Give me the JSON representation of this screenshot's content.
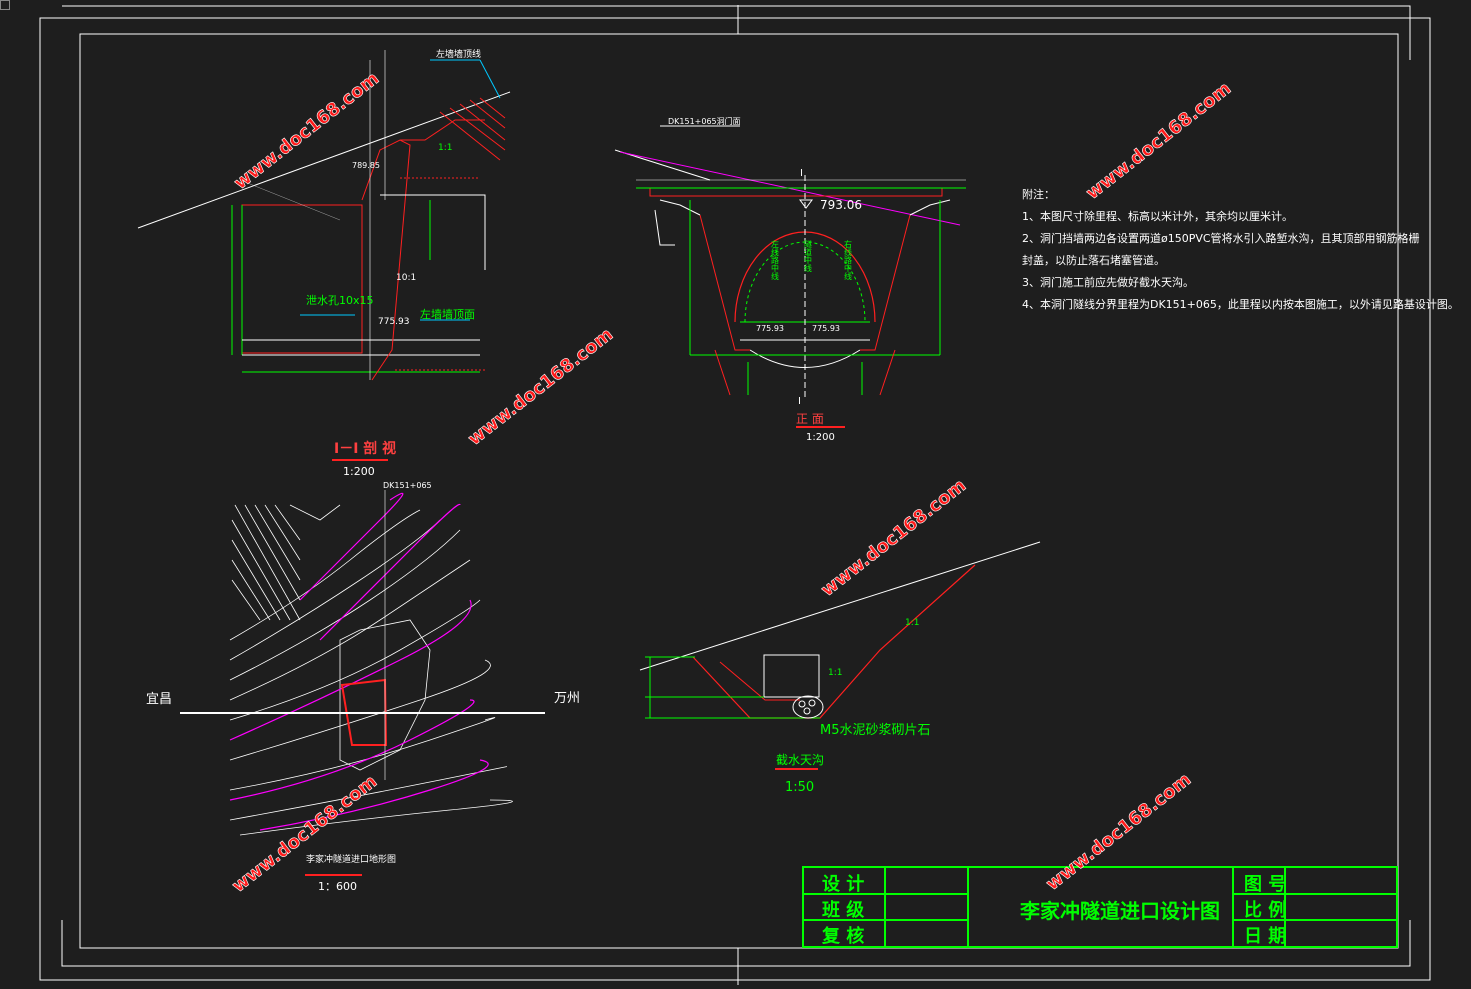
{
  "corner_icon": "cad-drawing-icon",
  "section_view": {
    "title": "I－I 剖 视",
    "scale": "1:200",
    "labels": {
      "wall_top": "左墙墙顶线",
      "elev_top": "789.85",
      "drain_hole": "泄水孔10x15",
      "elev_base": "775.93",
      "wall_top_surface": "左墙墙顶面",
      "slope": "1:1",
      "slope2": "10:1"
    }
  },
  "front_view": {
    "title": "正    面",
    "scale": "1:200",
    "mileage": "DK151+065洞门面",
    "elev": "793.06",
    "base_elev_left": "775.93",
    "base_elev_right": "775.93",
    "section_mark_top": "I",
    "section_mark_bottom": "I",
    "center_labels": [
      "左线路中线",
      "隧道中线",
      "右线路中线"
    ]
  },
  "notes": {
    "heading": "附注：",
    "items": [
      "1、本图尺寸除里程、标高以米计外，其余均以厘米计。",
      "2、洞门挡墙两边各设置两道ø150PVC管将水引入路堑水沟，且其顶部用钢筋格栅封盖，以防止落石堵塞管道。",
      "3、洞门施工前应先做好截水天沟。",
      "4、本洞门隧线分界里程为DK151+065，此里程以内按本图施工，以外请见路基设计图。"
    ]
  },
  "topo_map": {
    "label_left": "宜昌",
    "label_right": "万州",
    "mileage": "DK151+065",
    "title": "李家冲隧道进口地形图",
    "scale": "1：600"
  },
  "ditch": {
    "material": "M5水泥砂浆砌片石",
    "title": "截水天沟",
    "scale": "1:50",
    "slope1": "1:1",
    "slope2": "1:1"
  },
  "title_block": {
    "design": "设    计",
    "group": "班    级",
    "review": "复    核",
    "drawing_title": "李家冲隧道进口设计图",
    "drawing_no": "图 号",
    "scale": "比 例",
    "date": "日 期"
  },
  "watermark": "www.doc168.com",
  "colors": {
    "background": "#1e1e1e",
    "frame": "#ffffff",
    "green": "#00ff00",
    "red": "#ff2020",
    "magenta": "#ff00ff",
    "cyan": "#00c8ff",
    "watermark": "#ff1a1a"
  }
}
